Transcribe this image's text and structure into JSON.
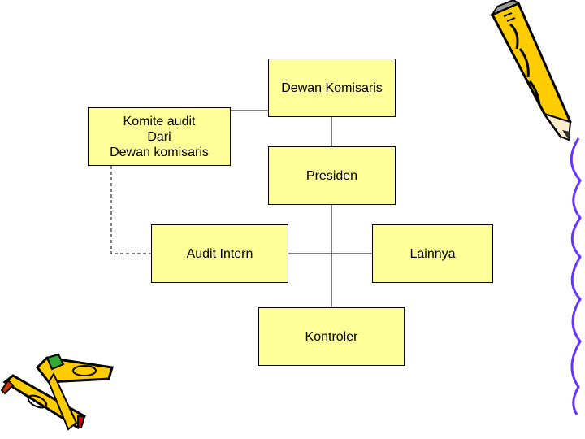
{
  "diagram": {
    "nodes": {
      "dewan_komisaris": {
        "label": "Dewan Komisaris"
      },
      "komite_audit": {
        "lines": [
          "Komite audit",
          "Dari",
          "Dewan komisaris"
        ]
      },
      "presiden": {
        "label": "Presiden"
      },
      "audit_intern": {
        "label": "Audit Intern"
      },
      "lainnya": {
        "label": "Lainnya"
      },
      "kontroler": {
        "label": "Kontroler"
      }
    }
  },
  "colors": {
    "box_fill": "#ffff99",
    "line": "#000000",
    "pencil_body": "#ffcc00",
    "pencil_outline": "#000000",
    "squiggle": "#6633ff"
  },
  "decorations": {
    "icons": [
      "pencil-icon",
      "crayons-icon",
      "squiggle-line"
    ]
  }
}
